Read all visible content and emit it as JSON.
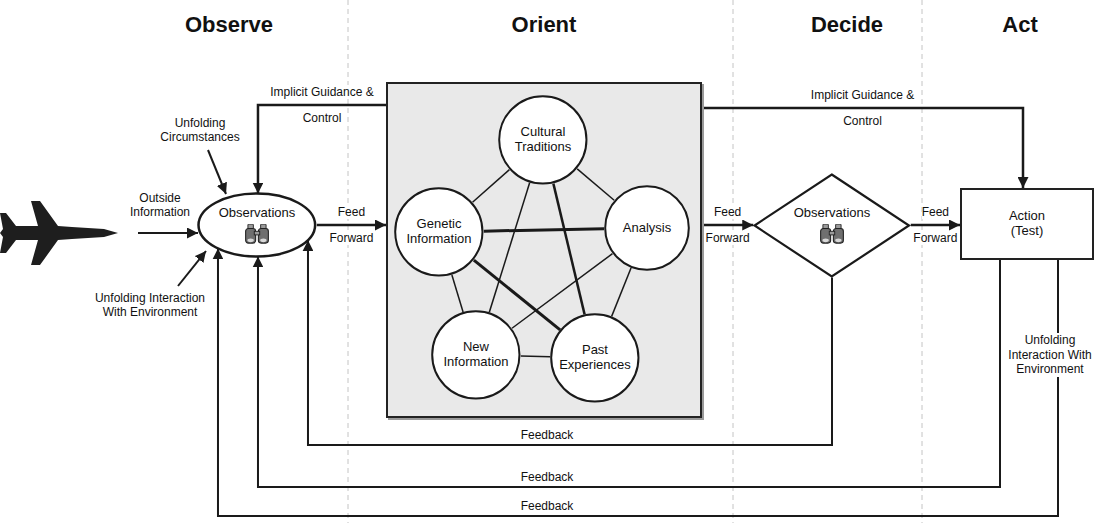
{
  "diagram": {
    "nodes": [
      {
        "text": [
          "Observations"
        ]
      },
      {
        "text": [
          "Orient"
        ]
      },
      {
        "text": [
          "Cultural Traditions"
        ],
        "in": 1
      },
      {
        "text": [
          "Genetic Information"
        ],
        "in": 1
      },
      {
        "text": [
          "Analysis"
        ],
        "in": 1
      },
      {
        "text": [
          "New Information"
        ],
        "in": 1
      },
      {
        "text": [
          "Past Experiences"
        ],
        "in": 1
      },
      {
        "text": [
          "Observations"
        ]
      },
      {
        "text": [
          "Action (Test)"
        ]
      }
    ],
    "edges": [
      {
        "from": 0,
        "to": 1,
        "label": "Feed Forward",
        "arrow": "to"
      },
      {
        "from": 1,
        "to": 7,
        "label": "Feed Forward",
        "arrow": "to"
      },
      {
        "from": 7,
        "to": 8,
        "label": "Feed Forward",
        "arrow": "to"
      },
      {
        "from": 1,
        "to": 0,
        "label": "Implicit Guidance & Control",
        "arrow": "to"
      },
      {
        "from": 1,
        "to": 8,
        "label": "Implicit Guidance & Control",
        "arrow": "to"
      },
      {
        "from": 7,
        "to": 0,
        "label": "Feedback",
        "arrow": "to"
      },
      {
        "from": 8,
        "to": 0,
        "label": "Feedback",
        "arrow": "to"
      },
      {
        "from": 8,
        "to": 0,
        "label": "Feedback",
        "arrow": "to"
      },
      {
        "from": 2,
        "to": 3,
        "arrow": "none"
      },
      {
        "from": 2,
        "to": 4,
        "arrow": "none"
      },
      {
        "from": 3,
        "to": 5,
        "arrow": "none"
      },
      {
        "from": 4,
        "to": 6,
        "arrow": "none"
      },
      {
        "from": 5,
        "to": 6,
        "arrow": "none"
      },
      {
        "from": 2,
        "to": 5,
        "arrow": "none"
      },
      {
        "from": 2,
        "to": 6,
        "arrow": "none"
      },
      {
        "from": 3,
        "to": 4,
        "arrow": "none"
      },
      {
        "from": 3,
        "to": 6,
        "arrow": "none"
      },
      {
        "from": 4,
        "to": 5,
        "arrow": "none"
      }
    ],
    "labels": [
      "Observe",
      "Decide",
      "Act",
      "Outside Information",
      "Unfolding Circumstances",
      "Unfolding Interaction With Environment",
      "Unfolding Interaction With Environment"
    ]
  }
}
